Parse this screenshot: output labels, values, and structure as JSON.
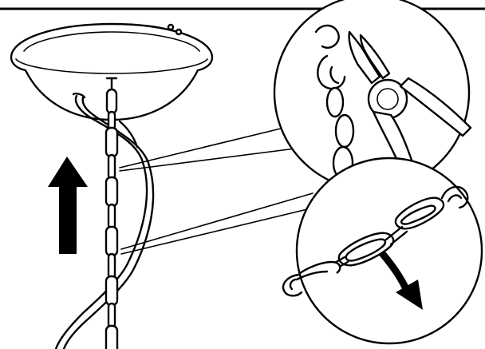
{
  "illustration": {
    "colors": {
      "line": "#000000",
      "background": "#ffffff"
    },
    "parts": [
      "top-border-line",
      "ceiling-canopy",
      "canopy-screw-icon",
      "hanging-chain",
      "power-cord",
      "up-arrow-icon",
      "pliers-detail-callout",
      "pliers-icon",
      "open-link-detail-callout",
      "open-chain-link-icon",
      "curved-down-arrow-icon"
    ]
  }
}
